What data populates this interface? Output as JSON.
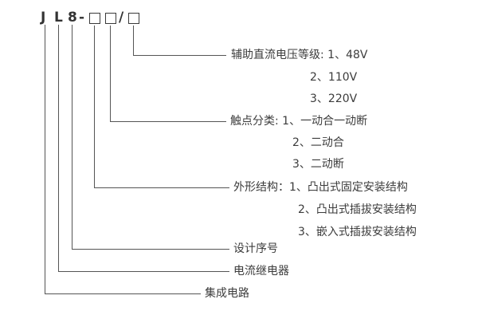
{
  "model": {
    "full": "JL8-□□/□",
    "char_j": "J",
    "char_l": "L",
    "char_8": "8",
    "dash": "-",
    "slash": "/"
  },
  "legend": {
    "aux_voltage": {
      "title_line": "辅助直流电压等级: 1、48V",
      "option2": "2、110V",
      "option3": "3、220V"
    },
    "contact_type": {
      "title_line": "触点分类: 1、一动合一动断",
      "option2": "2、二动合",
      "option3": "3、二动断"
    },
    "shape_structure": {
      "title_line": "外形结构：1、凸出式固定安装结构",
      "option2": "2、凸出式插拔安装结构",
      "option3": "3、嵌入式插拔安装结构"
    },
    "design_serial": "设计序号",
    "current_relay": "电流继电器",
    "integrated_circuit": "集成电路"
  }
}
